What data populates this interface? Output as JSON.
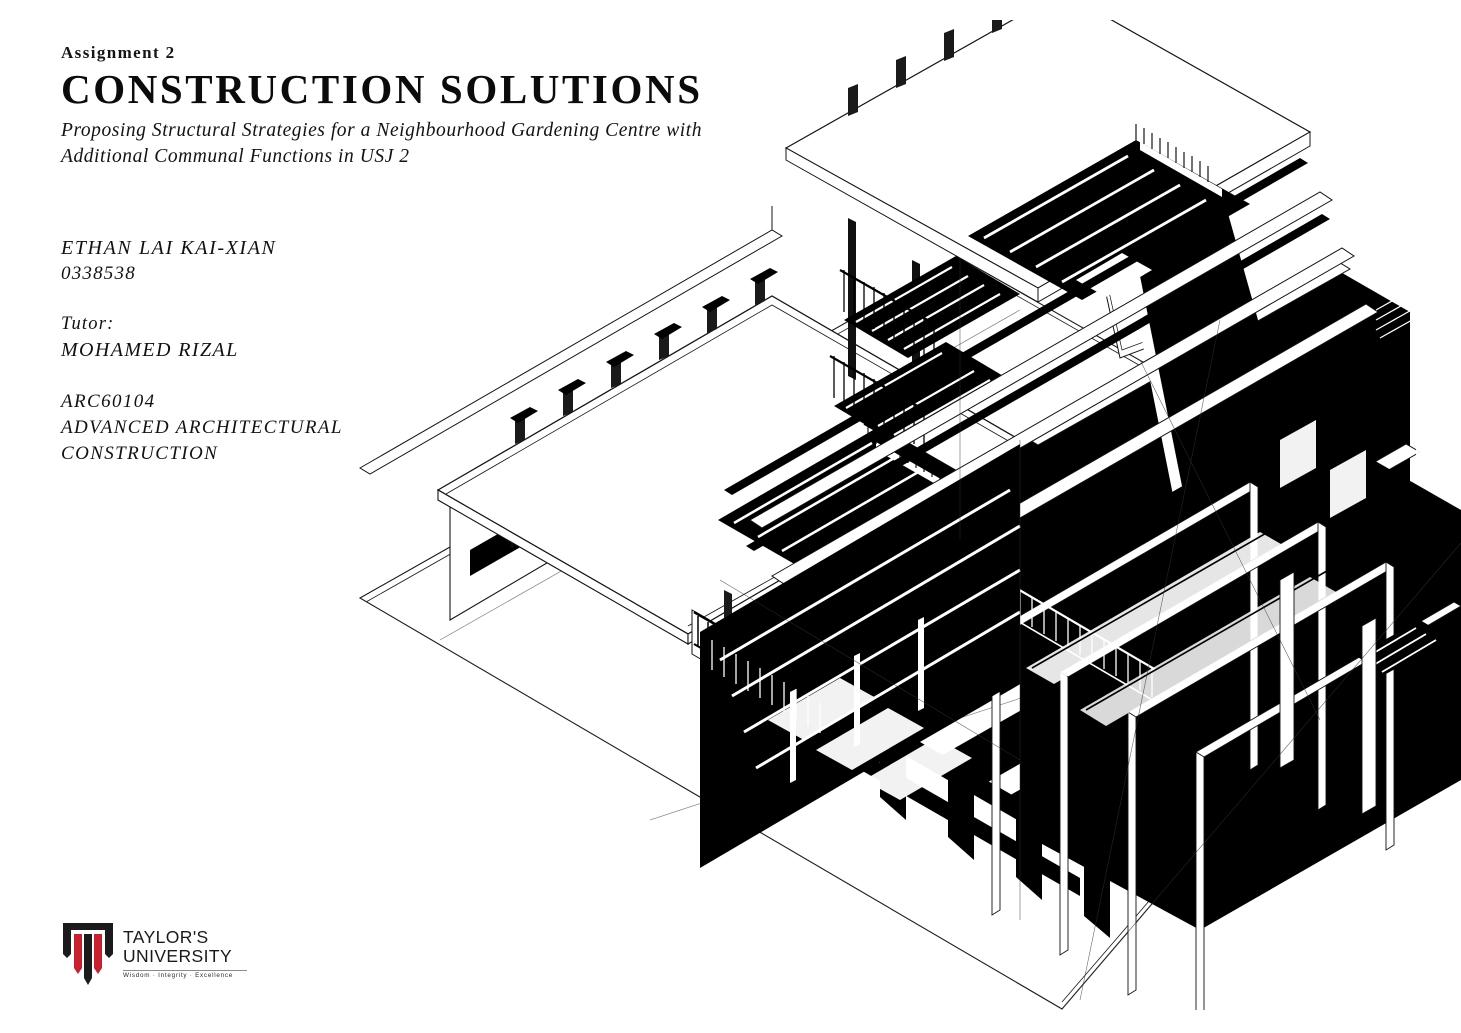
{
  "document": {
    "background_color": "#ffffff",
    "ink_color": "#0b0b0b"
  },
  "cover": {
    "assignment_label": "Assignment 2",
    "title": "CONSTRUCTION SOLUTIONS",
    "subtitle": "Proposing Structural Strategies for a Neighbourhood Gardening Centre with Additional Communal Functions in USJ 2"
  },
  "credits": {
    "student_name": "ETHAN LAI KAI-XIAN",
    "student_id": "0338538",
    "tutor_label": "Tutor:",
    "tutor_name": "MOHAMED RIZAL",
    "module_code": "ARC60104",
    "module_name": "ADVANCED ARCHITECTURAL\nCONSTRUCTION"
  },
  "logo": {
    "name": "Taylor's University",
    "line1": "TAYLOR'S",
    "line2": "UNIVERSITY",
    "tagline": "Wisdom · Integrity · Excellence",
    "mark_colors": {
      "frame": "#1b1b1b",
      "stripe_red": "#c8202e",
      "stripe_black": "#1b1b1b"
    }
  },
  "artwork": {
    "kind": "axonometric-architectural-drawing",
    "description": "Black and white exploded axonometric of a steel-framed gardening centre: cantilevered folded roof planes, open-web steel beams, portal frames, mezzanine walkways with balustrades, external staircases, and cast ground shadows on a thin site plane.",
    "palette": {
      "line": "#0b0b0b",
      "fill_dark": "#000000",
      "fill_light": "#ffffff",
      "hairline": "#4a4a4a"
    }
  }
}
